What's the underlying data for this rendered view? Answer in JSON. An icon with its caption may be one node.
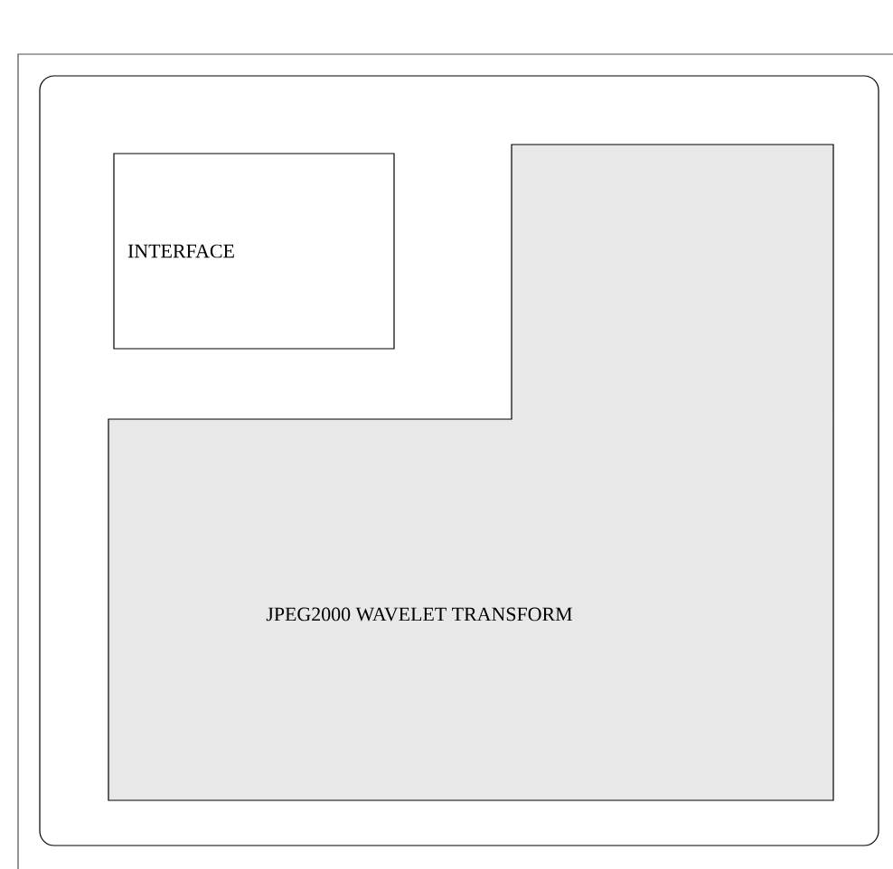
{
  "diagram": {
    "nodes": [
      {
        "text": [],
        "shape": "box"
      },
      {
        "text": [
          "INTERFACE"
        ],
        "in": 0
      },
      {
        "text": [
          "JPEG2000 WAVELET TRANSFORM"
        ],
        "in": 0
      }
    ]
  }
}
